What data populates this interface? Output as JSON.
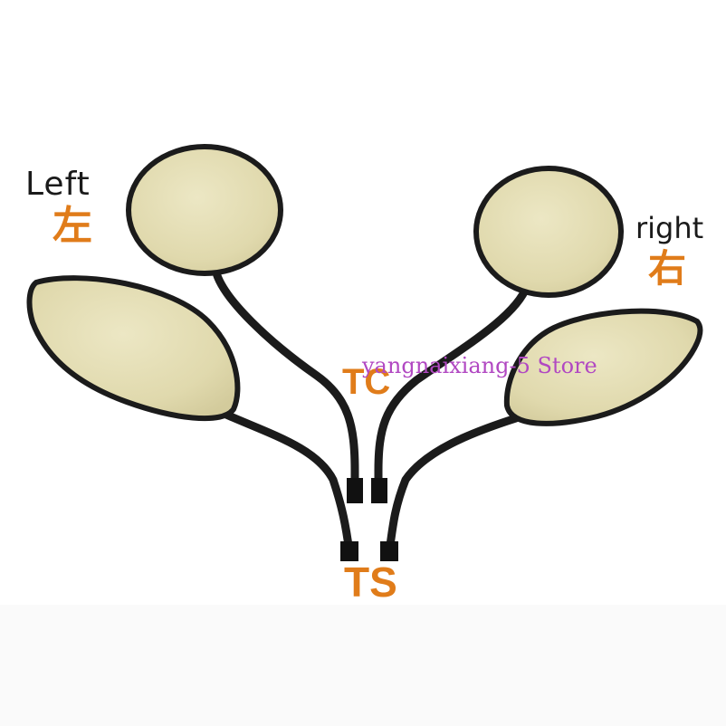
{
  "labels": {
    "left": "Left",
    "left_cn": "左",
    "right": "right",
    "right_cn": "右",
    "tc": "TC",
    "ts": "TS"
  },
  "watermark": "yangnaixiang-5 Store",
  "colors": {
    "label_accent": "#e07c1a",
    "watermark": "#b148c2",
    "mirror_glass": "#e2dcb2",
    "frame": "#1b1b1b"
  }
}
